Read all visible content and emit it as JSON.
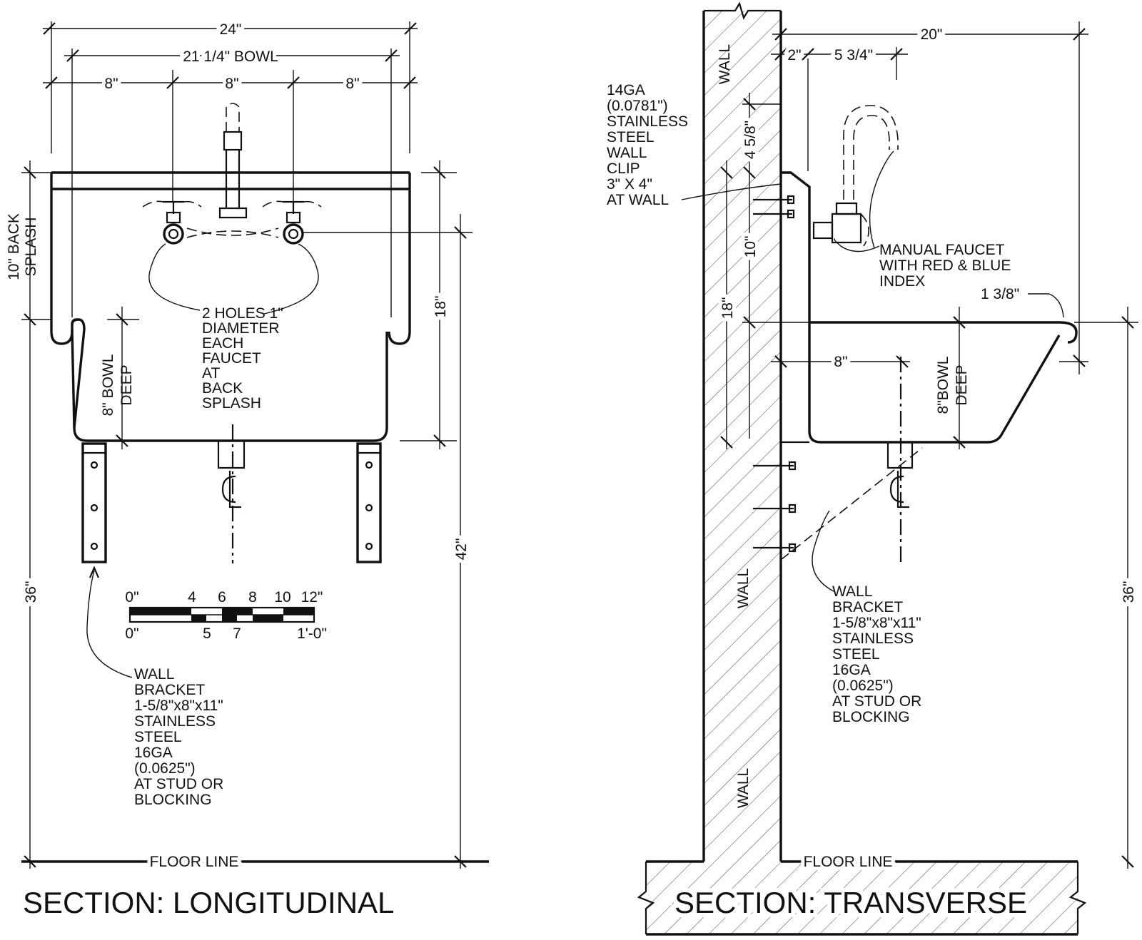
{
  "sections": {
    "longitudinal": {
      "title": "SECTION: LONGITUDINAL",
      "dims": {
        "overall": "24\"",
        "bowl": "21 1/4\" BOWL",
        "left": "8\"",
        "center": "8\"",
        "right": "8\"",
        "back_splash": [
          "10\" BACK",
          "SPLASH"
        ],
        "bowl_deep": [
          "8\" BOWL",
          "DEEP"
        ],
        "height_18": "18\"",
        "height_36": "36\"",
        "height_42": "42\""
      },
      "notes": {
        "holes": [
          "2 HOLES 1\"",
          "DIAMETER",
          "EACH",
          "FAUCET",
          "AT",
          "BACK",
          "SPLASH"
        ],
        "bracket": [
          "WALL",
          "BRACKET",
          "1-5/8\"x8\"x11\"",
          "STAINLESS",
          "STEEL",
          "16GA",
          "(0.0625\")",
          "AT STUD OR",
          "BLOCKING"
        ]
      },
      "floor_line": "FLOOR LINE",
      "scale_bar": {
        "top": [
          "0\"",
          "4",
          "6",
          "8",
          "10",
          "12\""
        ],
        "bottom": [
          "0\"",
          "5",
          "7",
          "1'-0\""
        ]
      }
    },
    "transverse": {
      "title": "SECTION: TRANSVERSE",
      "dims": {
        "depth_20": "20\"",
        "d2": "2\"",
        "d534": "5 3/4\"",
        "d458": "4 5/8\"",
        "d10": "10\"",
        "d18": "18\"",
        "d8": "8\"",
        "bowl_deep": [
          "8\"BOWL",
          "DEEP"
        ],
        "d138": "1 3/8\"",
        "d36": "36\""
      },
      "notes": {
        "clip": [
          "14GA",
          "(0.0781\")",
          "STAINLESS",
          "STEEL",
          "WALL",
          "CLIP",
          "3\" X 4\"",
          "AT WALL"
        ],
        "faucet": [
          "MANUAL FAUCET",
          "WITH RED & BLUE",
          "INDEX"
        ],
        "bracket": [
          "WALL",
          "BRACKET",
          "1-5/8\"x8\"x11\"",
          "STAINLESS",
          "STEEL",
          "16GA",
          "(0.0625\")",
          "AT STUD OR",
          "BLOCKING"
        ]
      },
      "wall_labels": [
        "WALL",
        "WALL",
        "WALL"
      ],
      "floor_line": "FLOOR LINE"
    }
  }
}
